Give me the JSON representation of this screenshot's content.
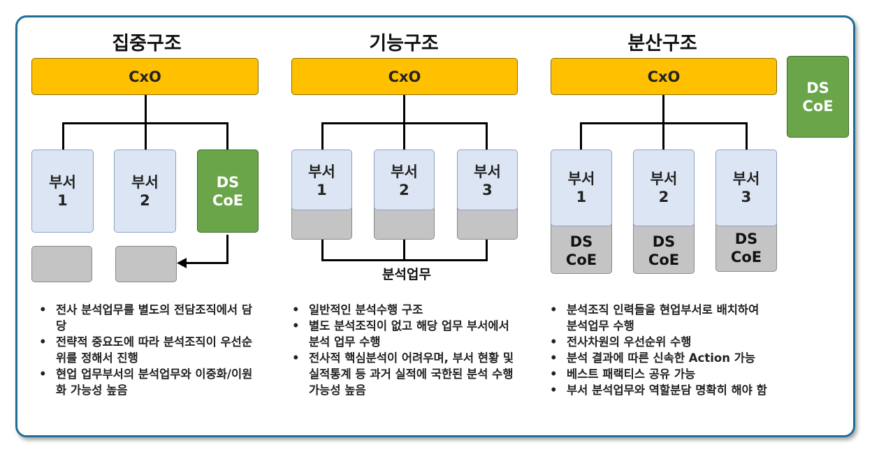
{
  "sections": [
    {
      "title": "집중구조",
      "cxo": "CxO",
      "nodes": [
        "부서\n1",
        "부서\n2",
        "DS\nCoE"
      ],
      "bullets": [
        "전사 분석업무를 별도의 전담조직에서 담당",
        "전략적 중요도에 따라 분석조직이 우선순위를 정해서 진행",
        "현업 업무부서의 분석업무와 이중화/이원화 가능성 높음"
      ]
    },
    {
      "title": "기능구조",
      "cxo": "CxO",
      "nodes": [
        "부서\n1",
        "부서\n2",
        "부서\n3"
      ],
      "bottom_label": "분석업무",
      "bullets": [
        "일반적인 분석수행 구조",
        "별도 분석조직이 없고 해당 업무 부서에서 분석 업무 수행",
        "전사적 핵심분석이 어려우며, 부서 현황 및 실적통계 등 과거 실적에 국한된 분석 수행 가능성 높음"
      ]
    },
    {
      "title": "분산구조",
      "cxo": "CxO",
      "nodes": [
        "부서\n1",
        "부서\n2",
        "부서\n3"
      ],
      "sub_nodes": [
        "DS\nCoE",
        "DS\nCoE",
        "DS\nCoE"
      ],
      "side_node": "DS\nCoE",
      "bullets": [
        "분석조직 인력들을 현업부서로 배치하여 분석업무 수행",
        "전사차원의 우선순위 수행",
        "분석 결과에 따른 신속한 Action 가능",
        "베스트 패랙티스 공유 가능",
        "부서 분석업무와 역할분담 명확히 해야 함"
      ]
    }
  ]
}
